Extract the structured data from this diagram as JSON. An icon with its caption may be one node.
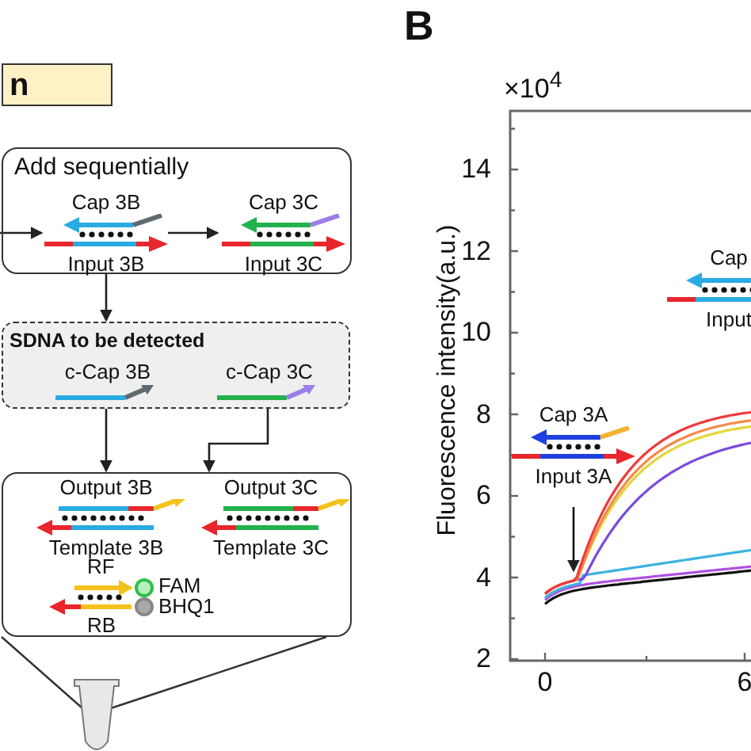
{
  "diagram": {
    "nodes": [
      {
        "text": [
          "n"
        ]
      },
      {
        "text": [
          "Add sequentially"
        ]
      },
      {
        "text": [
          "Cap 3B",
          "Input 3B"
        ],
        "in": 1
      },
      {
        "text": [
          "Cap 3C",
          "Input 3C"
        ],
        "in": 1
      },
      {
        "text": [
          "SDNA to be detected"
        ]
      },
      {
        "text": [
          "c-Cap 3B"
        ],
        "in": 4
      },
      {
        "text": [
          "c-Cap 3C"
        ],
        "in": 4
      },
      {
        "text": [],
        "shape": "box"
      },
      {
        "text": [
          "Output 3B",
          "Template 3B"
        ],
        "in": 7
      },
      {
        "text": [
          "Output 3C",
          "Template 3C"
        ],
        "in": 7
      },
      {
        "text": [
          "RF",
          "RB"
        ],
        "beside": [
          "FAM",
          "BHQ1"
        ],
        "in": 7
      },
      {
        "text": [
          "Cap 3A",
          "Input 3A"
        ]
      },
      {
        "text": [
          "Cap",
          "Input"
        ]
      }
    ],
    "edges": [
      {
        "from": null,
        "to": 2,
        "arrow": "to"
      },
      {
        "from": 2,
        "to": 3,
        "arrow": "to"
      },
      {
        "from": 1,
        "to": 4,
        "arrow": "to"
      },
      {
        "from": 5,
        "to": 7,
        "arrow": "to"
      },
      {
        "from": 6,
        "to": 7,
        "arrow": "to"
      }
    ],
    "labels": [
      "B",
      "×10$^{4}$",
      "Fluorescence intensity(a.u.)",
      "14",
      "12",
      "10",
      "8",
      "6",
      "4",
      "2",
      "0",
      "6"
    ]
  }
}
